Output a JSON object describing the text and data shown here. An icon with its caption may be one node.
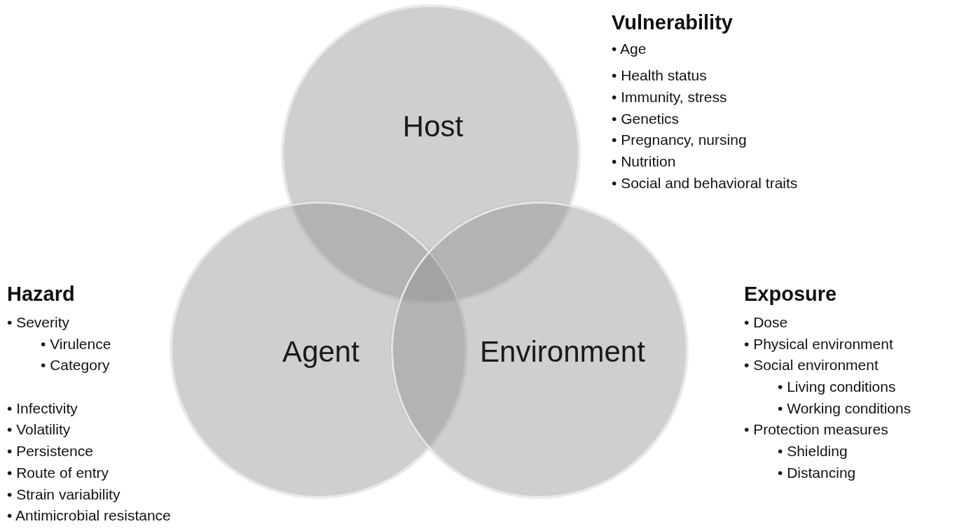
{
  "diagram": {
    "nodes": [
      {
        "text": [
          "Host"
        ]
      },
      {
        "text": [
          "Agent"
        ]
      },
      {
        "text": [
          "Environment"
        ]
      }
    ],
    "labels": [
      "Vulnerability",
      "• Age",
      "• Health status",
      "• Immunity, stress",
      "• Genetics",
      "• Pregnancy, nursing",
      "• Nutrition",
      "• Social and behavioral traits",
      "Hazard",
      "• Severity",
      "• Virulence",
      "• Category",
      "• Infectivity",
      "• Volatility",
      "• Persistence",
      "• Route of entry",
      "• Strain variability",
      "• Antimicrobial resistance",
      "Exposure",
      "• Dose",
      "• Physical environment",
      "• Social environment",
      "• Living conditions",
      "• Working conditions",
      "• Protection measures",
      "• Shielding",
      "• Distancing"
    ]
  }
}
